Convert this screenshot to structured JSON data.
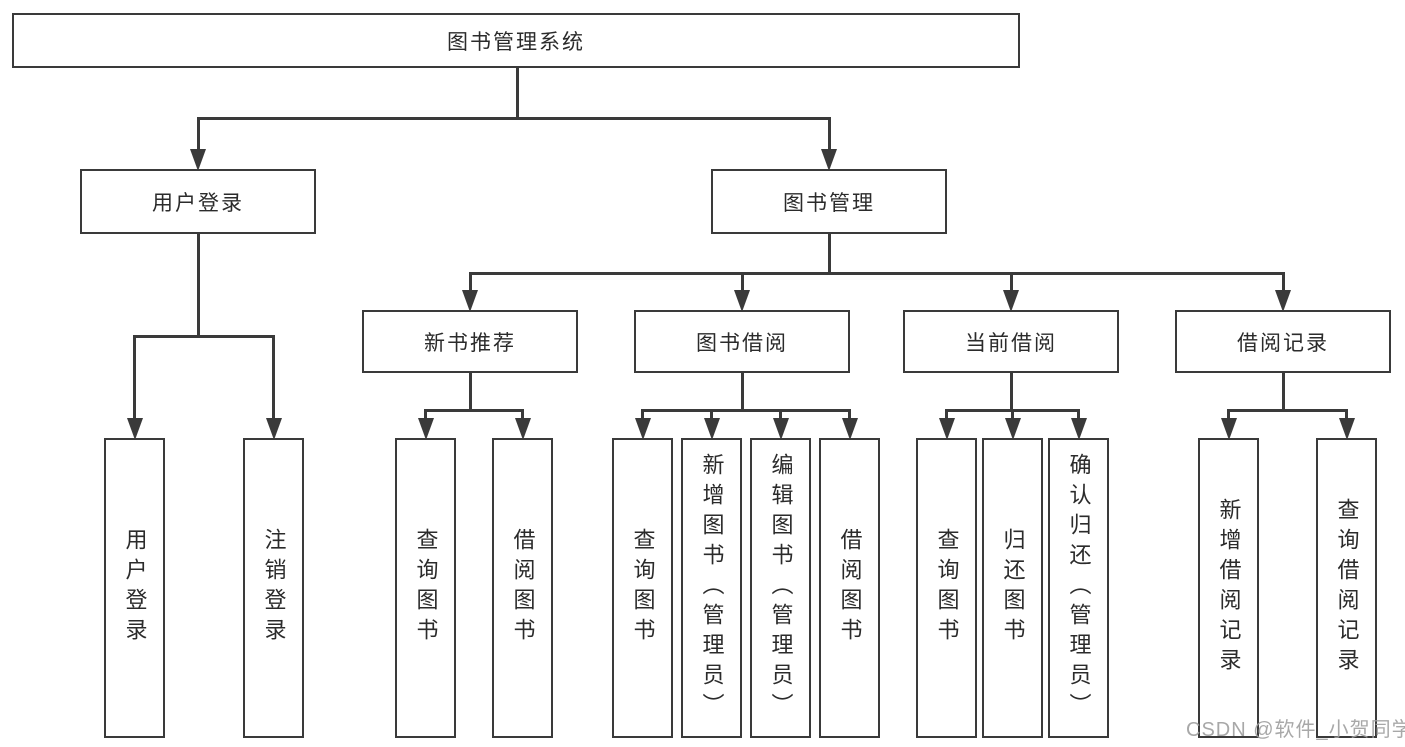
{
  "diagram": {
    "type": "hierarchy-diagram",
    "title": "图书管理系统",
    "watermark": "CSDN @软件_小贺同学",
    "colors": {
      "line": "#3a3a3a",
      "box_border": "#3a3a3a",
      "text": "#2b2b2b",
      "watermark": "#9e9e9e",
      "background": "#ffffff"
    },
    "nodes": {
      "root": {
        "label": "图书管理系统"
      },
      "user-login": {
        "label": "用户登录"
      },
      "book-management": {
        "label": "图书管理"
      },
      "new-book-recommend": {
        "label": "新书推荐"
      },
      "book-borrowing": {
        "label": "图书借阅"
      },
      "current-borrowing": {
        "label": "当前借阅"
      },
      "borrowing-records": {
        "label": "借阅记录"
      },
      "leaf-user-login": {
        "label": "用户登录"
      },
      "leaf-logout": {
        "label": "注销登录"
      },
      "leaf-query-books-a": {
        "label": "查询图书"
      },
      "leaf-borrow-books-a": {
        "label": "借阅图书"
      },
      "leaf-query-books-b": {
        "label": "查询图书"
      },
      "leaf-add-books": {
        "label": "新增图书（管理员）"
      },
      "leaf-edit-books": {
        "label": "编辑图书（管理员）"
      },
      "leaf-borrow-books-b": {
        "label": "借阅图书"
      },
      "leaf-query-books-c": {
        "label": "查询图书"
      },
      "leaf-return-books": {
        "label": "归还图书"
      },
      "leaf-confirm-return": {
        "label": "确认归还（管理员）"
      },
      "leaf-add-borrow-record": {
        "label": "新增借阅记录"
      },
      "leaf-query-borrow-record": {
        "label": "查询借阅记录"
      }
    },
    "edges": [
      {
        "parent": "root",
        "children": [
          "user-login",
          "book-management"
        ]
      },
      {
        "parent": "user-login",
        "children": [
          "leaf-user-login",
          "leaf-logout"
        ]
      },
      {
        "parent": "book-management",
        "children": [
          "new-book-recommend",
          "book-borrowing",
          "current-borrowing",
          "borrowing-records"
        ]
      },
      {
        "parent": "new-book-recommend",
        "children": [
          "leaf-query-books-a",
          "leaf-borrow-books-a"
        ]
      },
      {
        "parent": "book-borrowing",
        "children": [
          "leaf-query-books-b",
          "leaf-add-books",
          "leaf-edit-books",
          "leaf-borrow-books-b"
        ]
      },
      {
        "parent": "current-borrowing",
        "children": [
          "leaf-query-books-c",
          "leaf-return-books",
          "leaf-confirm-return"
        ]
      },
      {
        "parent": "borrowing-records",
        "children": [
          "leaf-add-borrow-record",
          "leaf-query-borrow-record"
        ]
      }
    ]
  }
}
